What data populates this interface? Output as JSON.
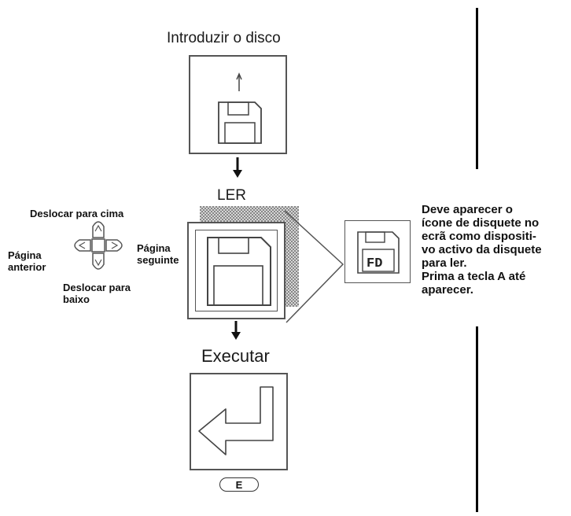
{
  "steps": {
    "insert_title": "Introduzir o disco",
    "read_title": "LER",
    "execute_title": "Executar",
    "execute_key": "E"
  },
  "dpad": {
    "up": "Deslocar para cima",
    "down_line1": "Deslocar para",
    "down_line2": "baixo",
    "left_line1": "Página",
    "left_line2": "anterior",
    "right_line1": "Página",
    "right_line2": "seguinte"
  },
  "fd_icon": {
    "label": "FD"
  },
  "note": {
    "line1": "Deve aparecer o",
    "line2": "ícone de disquete no",
    "line3": "ecrã como dispositi-",
    "line4": "vo activo da disquete",
    "line5": "para ler.",
    "line6": "Prima a tecla A até",
    "line7": "aparecer."
  },
  "colors": {
    "line": "#555555",
    "hatch": "#7a7a7a",
    "text": "#111111"
  }
}
